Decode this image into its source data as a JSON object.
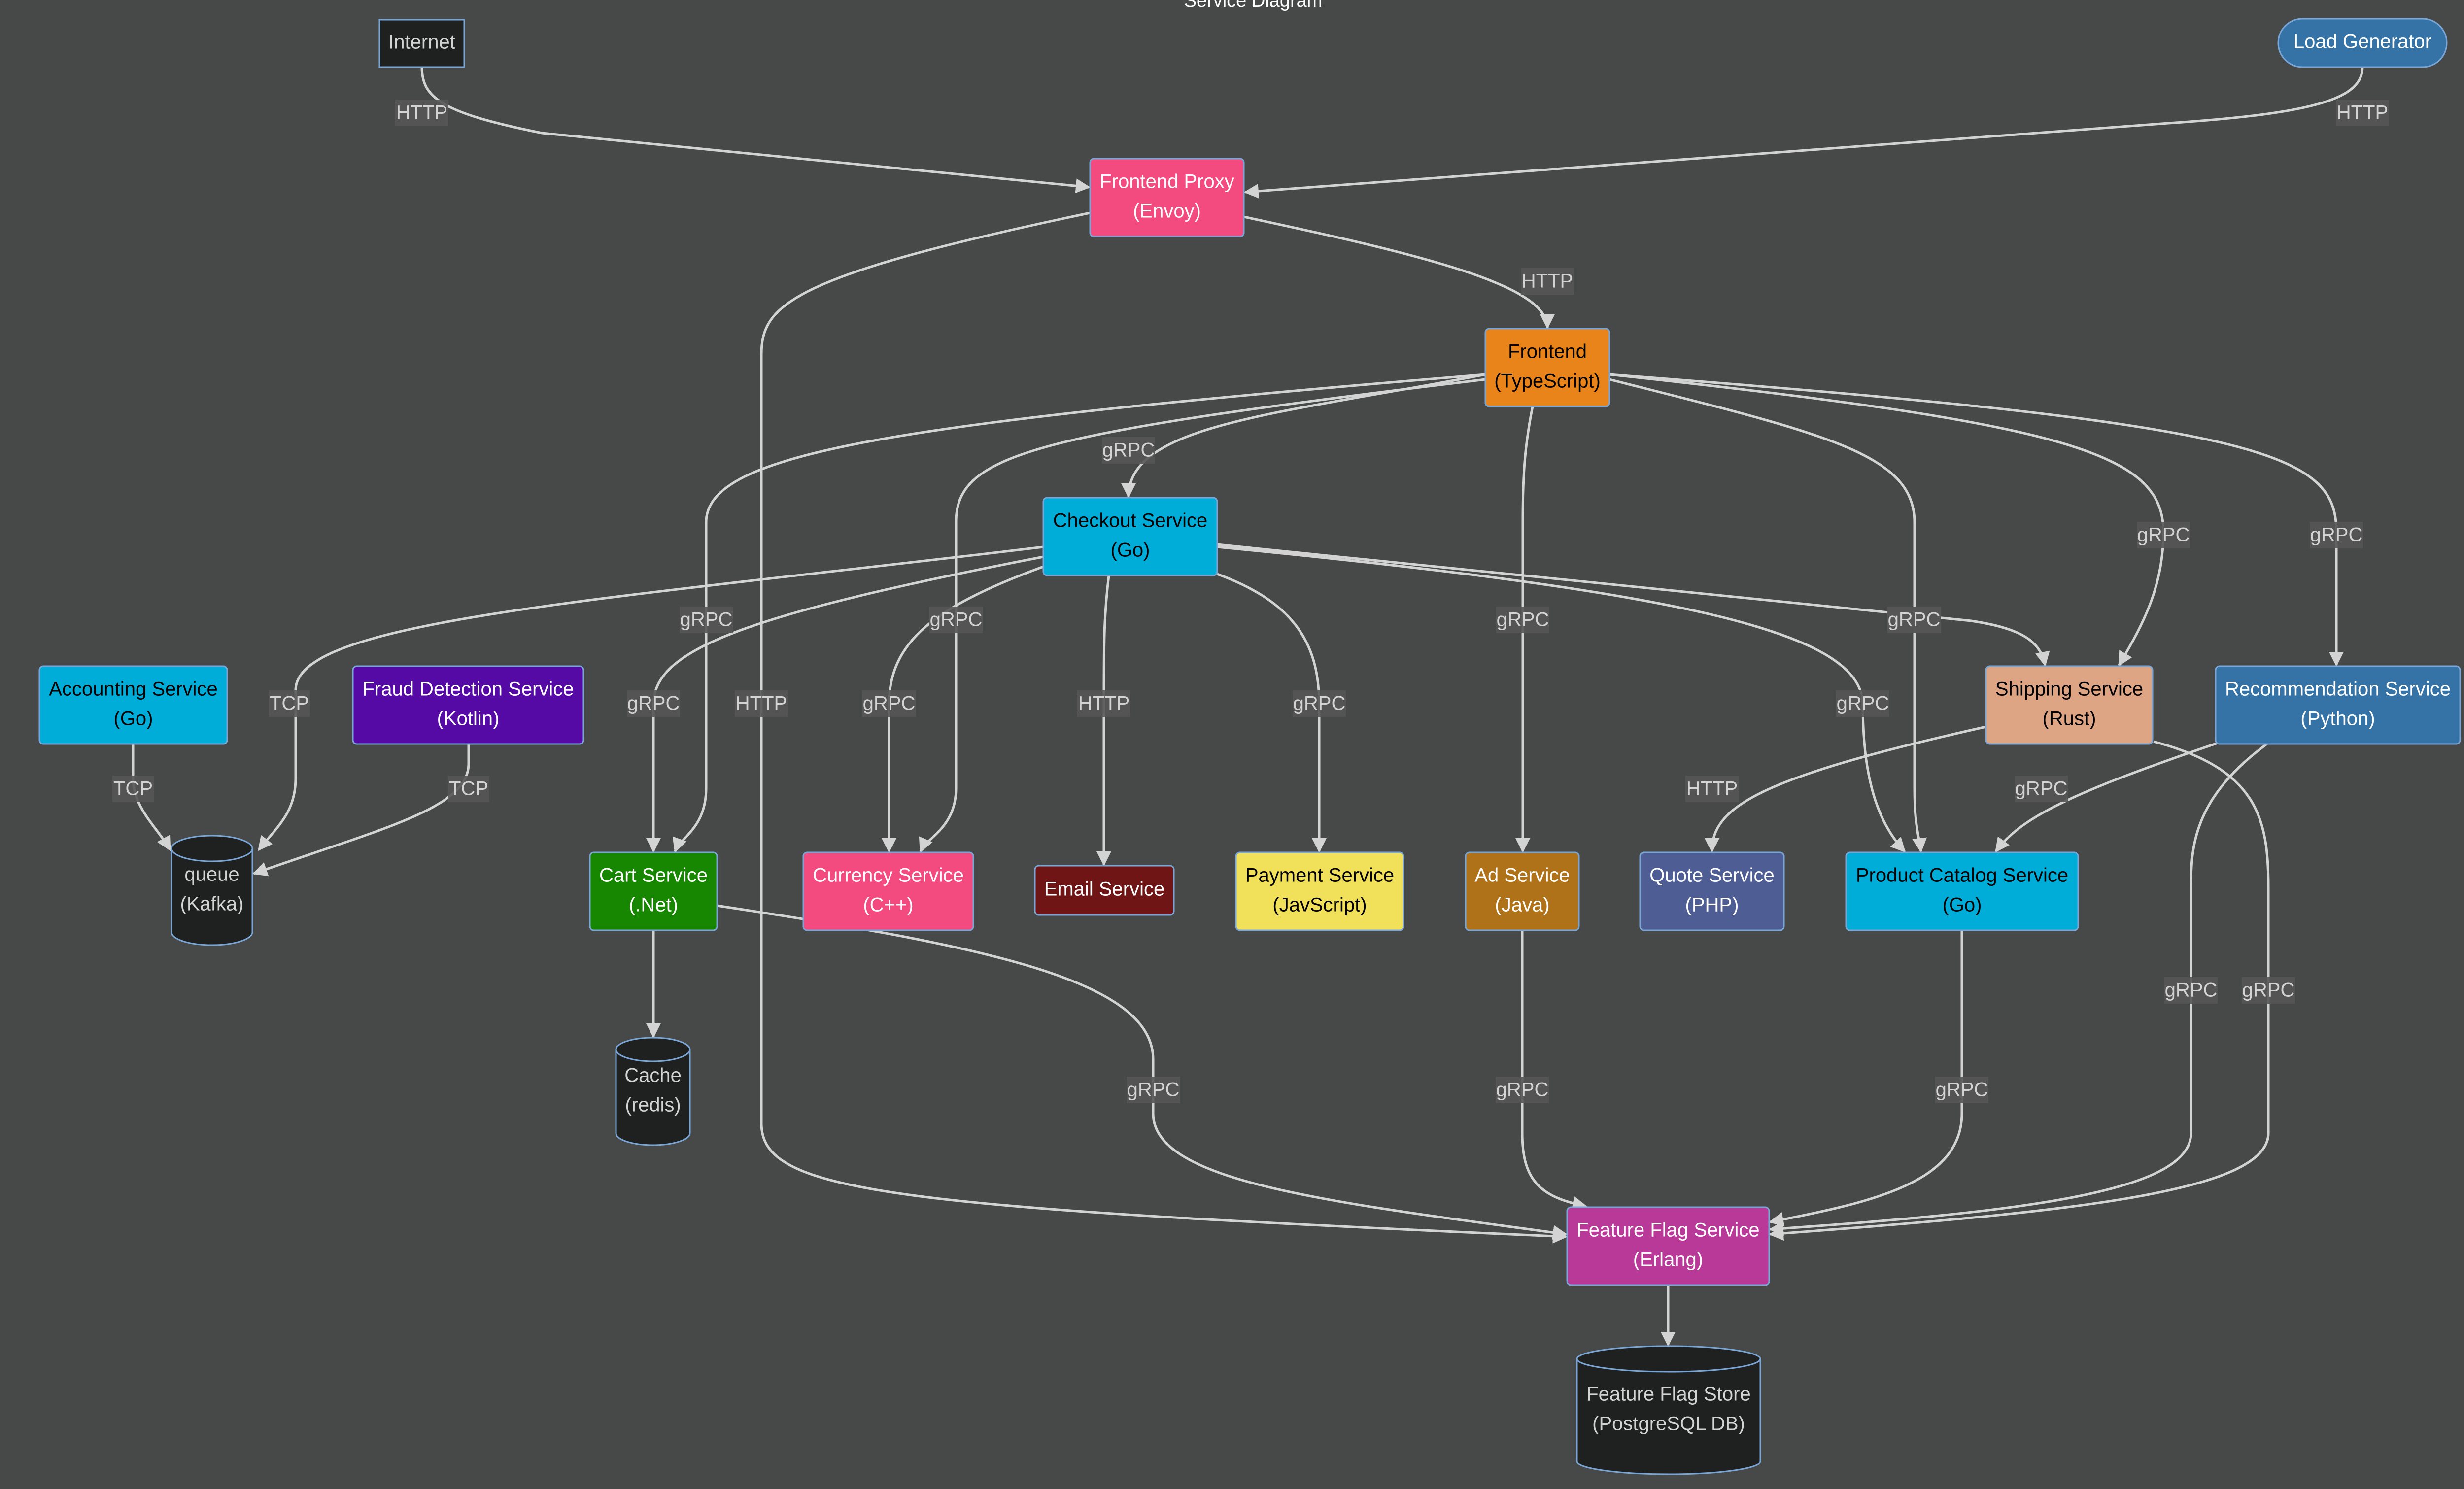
{
  "title": "Service Diagram",
  "colors": {
    "background": "#474848",
    "edge": "#d3d3d3",
    "node_border": "#7aa6d6",
    "label_bg": "#555555"
  },
  "nodes": [
    {
      "id": "internet",
      "lines": [
        "Internet"
      ],
      "shape": "rect-square",
      "fill": "#1f2020",
      "text": "#d3d3d3"
    },
    {
      "id": "loadgen",
      "lines": [
        "Load Generator"
      ],
      "shape": "stadium",
      "fill": "#3572a6",
      "text": "#ffffff"
    },
    {
      "id": "frontendproxy",
      "lines": [
        "Frontend Proxy",
        "(Envoy)"
      ],
      "shape": "rect",
      "fill": "#f34a7f",
      "text": "#ffffff"
    },
    {
      "id": "frontend",
      "lines": [
        "Frontend",
        "(TypeScript)"
      ],
      "shape": "rect",
      "fill": "#e8841a",
      "text": "#000000"
    },
    {
      "id": "checkout",
      "lines": [
        "Checkout Service",
        "(Go)"
      ],
      "shape": "rect",
      "fill": "#00acd8",
      "text": "#000000"
    },
    {
      "id": "accounting",
      "lines": [
        "Accounting Service",
        "(Go)"
      ],
      "shape": "rect",
      "fill": "#00acd8",
      "text": "#000000"
    },
    {
      "id": "fraud",
      "lines": [
        "Fraud Detection Service",
        "(Kotlin)"
      ],
      "shape": "rect",
      "fill": "#5509a5",
      "text": "#ffffff"
    },
    {
      "id": "queue",
      "lines": [
        "queue",
        "(Kafka)"
      ],
      "shape": "cylinder",
      "fill": "#1f2020",
      "text": "#d3d3d3"
    },
    {
      "id": "cart",
      "lines": [
        "Cart Service",
        "(.Net)"
      ],
      "shape": "rect",
      "fill": "#178600",
      "text": "#ffffff"
    },
    {
      "id": "currency",
      "lines": [
        "Currency Service",
        "(C++)"
      ],
      "shape": "rect",
      "fill": "#f34a7f",
      "text": "#ffffff"
    },
    {
      "id": "email",
      "lines": [
        "Email Service"
      ],
      "shape": "rect",
      "fill": "#701516",
      "text": "#ffffff"
    },
    {
      "id": "payment",
      "lines": [
        "Payment Service",
        "(JavScript)"
      ],
      "shape": "rect",
      "fill": "#f1e05a",
      "text": "#000000"
    },
    {
      "id": "ad",
      "lines": [
        "Ad Service",
        "(Java)"
      ],
      "shape": "rect",
      "fill": "#b07219",
      "text": "#ffffff"
    },
    {
      "id": "quote",
      "lines": [
        "Quote Service",
        "(PHP)"
      ],
      "shape": "rect",
      "fill": "#4f5d95",
      "text": "#ffffff"
    },
    {
      "id": "productcatalog",
      "lines": [
        "Product Catalog Service",
        "(Go)"
      ],
      "shape": "rect",
      "fill": "#00acd8",
      "text": "#000000"
    },
    {
      "id": "shipping",
      "lines": [
        "Shipping Service",
        "(Rust)"
      ],
      "shape": "rect",
      "fill": "#dea584",
      "text": "#000000"
    },
    {
      "id": "recommendation",
      "lines": [
        "Recommendation Service",
        "(Python)"
      ],
      "shape": "rect",
      "fill": "#3572a6",
      "text": "#ffffff"
    },
    {
      "id": "cache",
      "lines": [
        "Cache",
        "(redis)"
      ],
      "shape": "cylinder",
      "fill": "#1f2020",
      "text": "#d3d3d3"
    },
    {
      "id": "featureflag",
      "lines": [
        "Feature Flag Service",
        "(Erlang)"
      ],
      "shape": "rect",
      "fill": "#b83998",
      "text": "#ffffff"
    },
    {
      "id": "featureflagstore",
      "lines": [
        "Feature Flag Store",
        "(PostgreSQL DB)"
      ],
      "shape": "cylinder",
      "fill": "#1f2020",
      "text": "#d3d3d3"
    }
  ],
  "edges": [
    {
      "from": "internet",
      "to": "frontendproxy",
      "label": "HTTP"
    },
    {
      "from": "loadgen",
      "to": "frontendproxy",
      "label": "HTTP"
    },
    {
      "from": "frontendproxy",
      "to": "frontend",
      "label": "HTTP"
    },
    {
      "from": "frontendproxy",
      "to": "featureflag",
      "label": "HTTP"
    },
    {
      "from": "frontend",
      "to": "checkout",
      "label": "gRPC"
    },
    {
      "from": "frontend",
      "to": "cart",
      "label": "gRPC"
    },
    {
      "from": "frontend",
      "to": "currency",
      "label": "gRPC"
    },
    {
      "from": "frontend",
      "to": "ad",
      "label": "gRPC"
    },
    {
      "from": "frontend",
      "to": "productcatalog",
      "label": "gRPC"
    },
    {
      "from": "frontend",
      "to": "shipping",
      "label": "gRPC"
    },
    {
      "from": "frontend",
      "to": "recommendation",
      "label": "gRPC"
    },
    {
      "from": "checkout",
      "to": "queue",
      "label": "TCP"
    },
    {
      "from": "checkout",
      "to": "cart",
      "label": "gRPC"
    },
    {
      "from": "checkout",
      "to": "currency",
      "label": "gRPC"
    },
    {
      "from": "checkout",
      "to": "email",
      "label": "HTTP"
    },
    {
      "from": "checkout",
      "to": "payment",
      "label": "gRPC"
    },
    {
      "from": "checkout",
      "to": "productcatalog",
      "label": "gRPC"
    },
    {
      "from": "checkout",
      "to": "shipping",
      "label": "gRPC"
    },
    {
      "from": "accounting",
      "to": "queue",
      "label": "TCP"
    },
    {
      "from": "fraud",
      "to": "queue",
      "label": "TCP"
    },
    {
      "from": "cart",
      "to": "cache",
      "label": ""
    },
    {
      "from": "cart",
      "to": "featureflag",
      "label": "gRPC"
    },
    {
      "from": "ad",
      "to": "featureflag",
      "label": "gRPC"
    },
    {
      "from": "productcatalog",
      "to": "featureflag",
      "label": "gRPC"
    },
    {
      "from": "shipping",
      "to": "quote",
      "label": "HTTP"
    },
    {
      "from": "shipping",
      "to": "featureflag",
      "label": "gRPC"
    },
    {
      "from": "recommendation",
      "to": "productcatalog",
      "label": "gRPC"
    },
    {
      "from": "recommendation",
      "to": "featureflag",
      "label": "gRPC"
    },
    {
      "from": "featureflag",
      "to": "featureflagstore",
      "label": ""
    }
  ]
}
